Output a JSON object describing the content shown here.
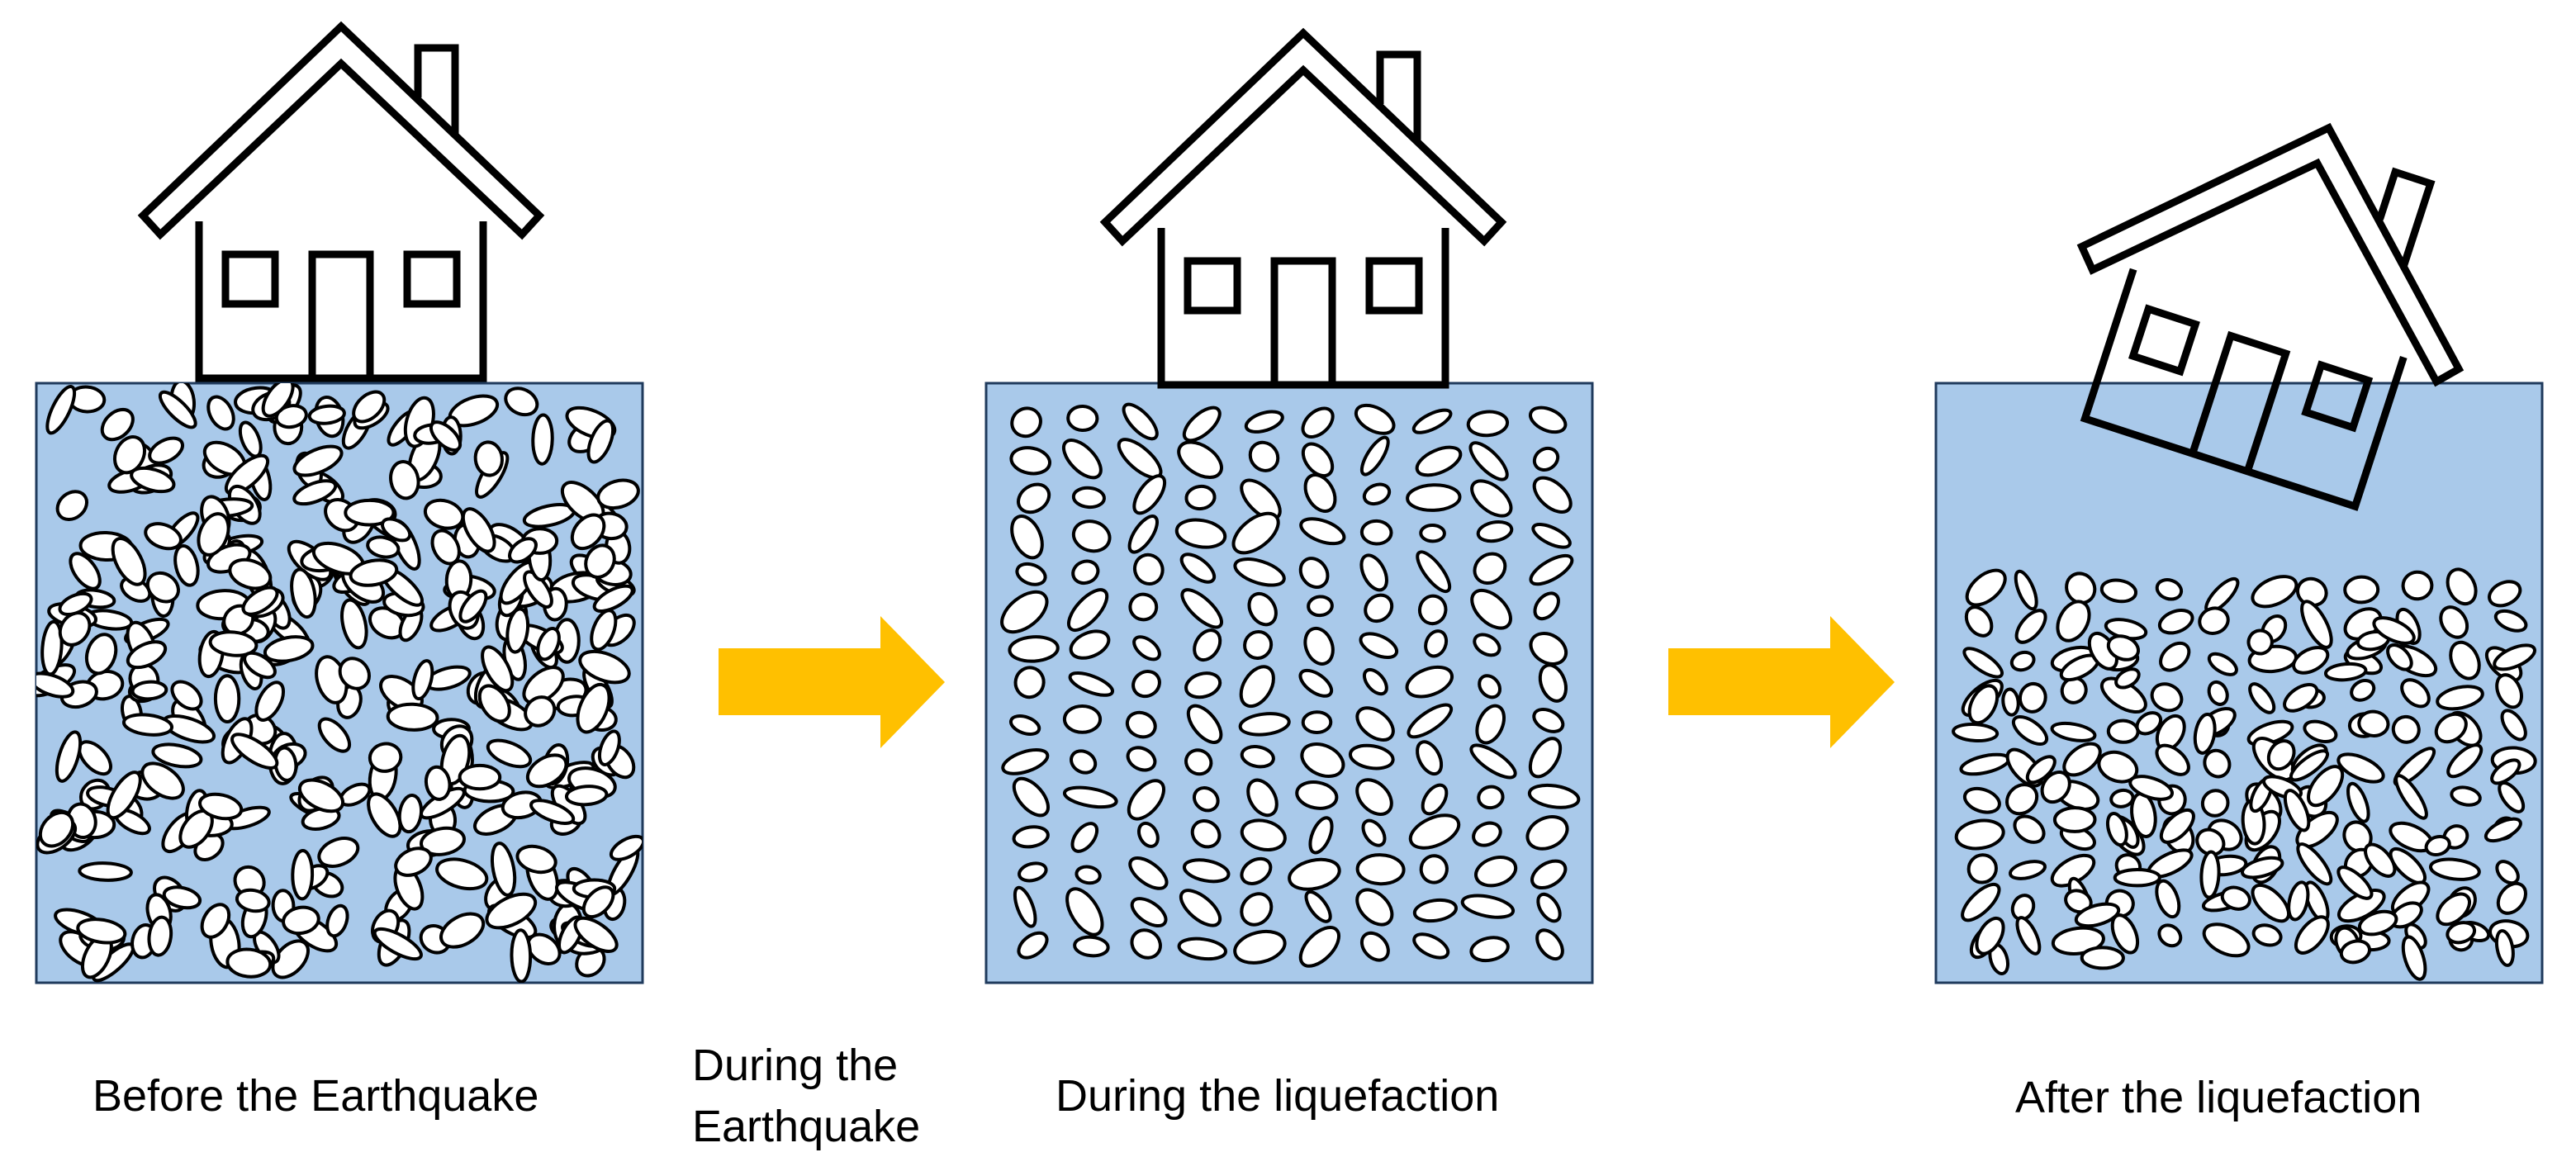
{
  "colors": {
    "soil": "#a9c9ea",
    "soil_border": "#1f3a5c",
    "arrow": "#ffc000",
    "grain_fill": "#ffffff",
    "grain_stroke": "#000000",
    "house_stroke": "#000000"
  },
  "stages": [
    {
      "label": "Before the Earthquake",
      "grain_arrangement": "loose random",
      "house_state": "upright"
    },
    {
      "label": "During the liquefaction",
      "grain_arrangement": "suspended grid",
      "house_state": "upright"
    },
    {
      "label": "After the liquefaction",
      "grain_arrangement": "settled dense",
      "house_state": "tilted and sunk"
    }
  ],
  "transitions": [
    {
      "label_line1": "During the",
      "label_line2": "Earthquake",
      "icon": "right-arrow-icon"
    },
    {
      "icon": "right-arrow-icon"
    }
  ]
}
